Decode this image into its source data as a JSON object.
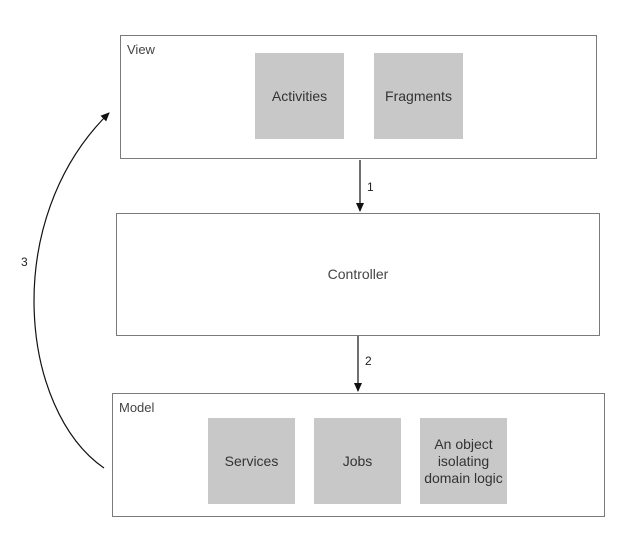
{
  "view": {
    "label": "View",
    "components": [
      "Activities",
      "Fragments"
    ]
  },
  "controller": {
    "label": "Controller"
  },
  "model": {
    "label": "Model",
    "components": [
      "Services",
      "Jobs",
      "An object isolating domain logic"
    ]
  },
  "steps": [
    "1",
    "2",
    "3"
  ]
}
